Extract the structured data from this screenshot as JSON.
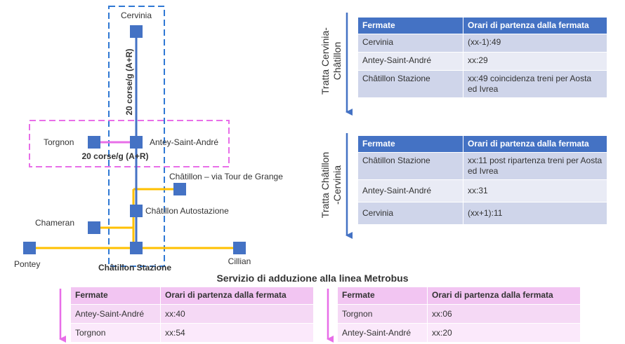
{
  "diagram": {
    "stops": {
      "cervinia": "Cervinia",
      "torgnon": "Torgnon",
      "antey": "Antey-Saint-André",
      "chatillon_grange": "Châtillon – via Tour de Grange",
      "chatillon_autostazione": "Châtillon Autostazione",
      "chameran": "Chameran",
      "pontey": "Pontey",
      "chatillon_stazione": "Châtillon Stazione",
      "cillian": "Cillian"
    },
    "frequency_vertical": "20 corse/g (A+R)",
    "frequency_horizontal": "20 corse/g (A+R)",
    "colors": {
      "main_line": "#4472c4",
      "feeder_line": "#ffc000",
      "stop": "#4472c4",
      "pink_line": "#e86ee8"
    }
  },
  "section1": {
    "label_line1": "Tratta Cervinia-",
    "label_line2": "Châtillon",
    "headers": [
      "Fermate",
      "Orari di partenza dalla fermata"
    ],
    "rows": [
      [
        "Cervinia",
        "(xx-1):49"
      ],
      [
        "Antey-Saint-André",
        "xx:29"
      ],
      [
        "Châtillon Stazione",
        "xx:49 coincidenza treni per Aosta ed Ivrea"
      ]
    ]
  },
  "section2": {
    "label_line1": "Tratta Châtillon",
    "label_line2": "-Cervinia",
    "headers": [
      "Fermate",
      "Orari di partenza dalla fermata"
    ],
    "rows": [
      [
        "Châtillon Stazione",
        "xx:11 post ripartenza treni per Aosta ed Ivrea"
      ],
      [
        "Antey-Saint-André",
        "xx:31"
      ],
      [
        "Cervinia",
        "(xx+1):11"
      ]
    ]
  },
  "caption": "Servizio di adduzione alla linea Metrobus",
  "feeder_left": {
    "headers": [
      "Fermate",
      "Orari di partenza dalla fermata"
    ],
    "rows": [
      [
        "Antey-Saint-André",
        "xx:40"
      ],
      [
        "Torgnon",
        "xx:54"
      ]
    ]
  },
  "feeder_right": {
    "headers": [
      "Fermate",
      "Orari di partenza dalla fermata"
    ],
    "rows": [
      [
        "Torgnon",
        "xx:06"
      ],
      [
        "Antey-Saint-André",
        "xx:20"
      ]
    ]
  }
}
